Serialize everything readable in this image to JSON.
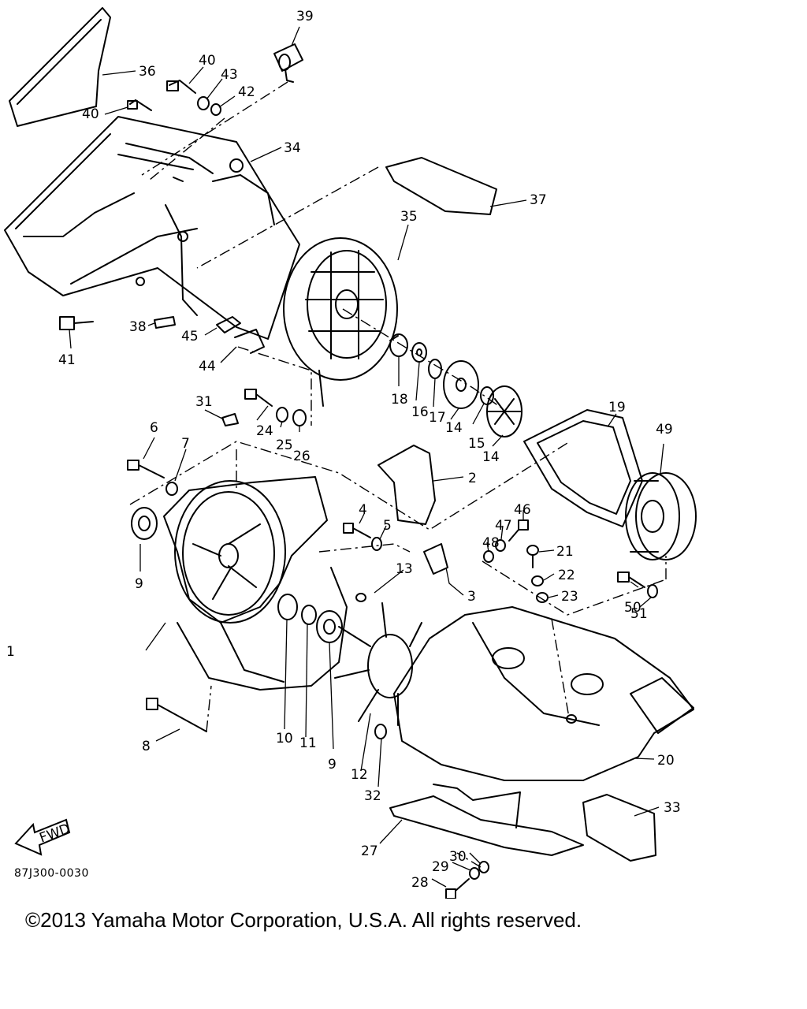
{
  "diagram": {
    "part_labels": [
      "1",
      "2",
      "3",
      "4",
      "5",
      "6",
      "7",
      "8",
      "9",
      "10",
      "11",
      "12",
      "13",
      "14",
      "15",
      "16",
      "17",
      "18",
      "19",
      "20",
      "21",
      "22",
      "23",
      "24",
      "25",
      "26",
      "27",
      "28",
      "29",
      "30",
      "31",
      "32",
      "33",
      "34",
      "35",
      "36",
      "37",
      "38",
      "39",
      "40",
      "41",
      "42",
      "43",
      "44",
      "45",
      "46",
      "47",
      "48",
      "49",
      "50",
      "51"
    ],
    "fwd_label": "FWD",
    "reference_code": "87J300-0030",
    "copyright": "©2013 Yamaha Motor Corporation, U.S.A. All rights reserved.",
    "colors": {
      "ink": "#000000",
      "background": "#ffffff"
    }
  }
}
